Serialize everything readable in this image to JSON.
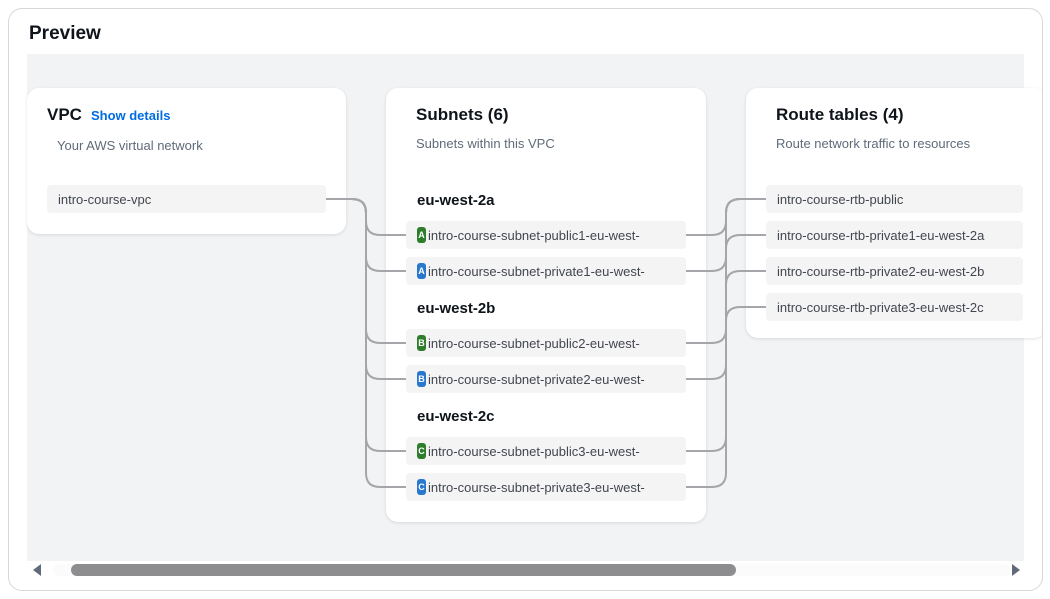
{
  "page": {
    "title": "Preview"
  },
  "colors": {
    "link": "#006ce0",
    "public_badge": "#2d7d2d",
    "private_badge": "#2878ce",
    "connector": "#a6a6aa",
    "panel_bg": "#f2f3f4",
    "row_bg": "#f4f4f4",
    "heading": "#0f141a"
  },
  "vpc_card": {
    "title": "VPC",
    "link": "Show details",
    "subtitle": "Your AWS virtual network",
    "item": "intro-course-vpc"
  },
  "subnets_card": {
    "title": "Subnets (6)",
    "subtitle": "Subnets within this VPC",
    "groups": [
      {
        "az": "eu-west-2a",
        "items": [
          {
            "label": "intro-course-subnet-public1-eu-west-",
            "badge": "A",
            "type": "public"
          },
          {
            "label": "intro-course-subnet-private1-eu-west-",
            "badge": "A",
            "type": "private"
          }
        ]
      },
      {
        "az": "eu-west-2b",
        "items": [
          {
            "label": "intro-course-subnet-public2-eu-west-",
            "badge": "B",
            "type": "public"
          },
          {
            "label": "intro-course-subnet-private2-eu-west-",
            "badge": "B",
            "type": "private"
          }
        ]
      },
      {
        "az": "eu-west-2c",
        "items": [
          {
            "label": "intro-course-subnet-public3-eu-west-",
            "badge": "C",
            "type": "public"
          },
          {
            "label": "intro-course-subnet-private3-eu-west-",
            "badge": "C",
            "type": "private"
          }
        ]
      }
    ]
  },
  "route_tables_card": {
    "title": "Route tables (4)",
    "subtitle": "Route network traffic to resources",
    "items": [
      {
        "label": "intro-course-rtb-public"
      },
      {
        "label": "intro-course-rtb-private1-eu-west-2a"
      },
      {
        "label": "intro-course-rtb-private2-eu-west-2b"
      },
      {
        "label": "intro-course-rtb-private3-eu-west-2c"
      }
    ]
  }
}
